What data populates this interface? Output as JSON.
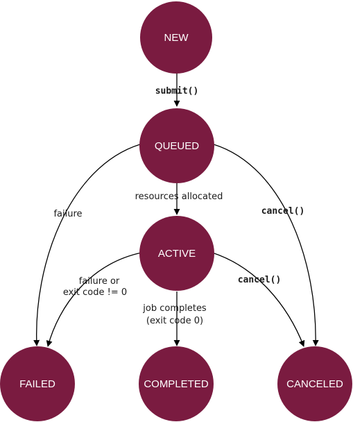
{
  "colors": {
    "state_fill": "#7a1b40",
    "state_text": "#ffffff",
    "edge": "#000000"
  },
  "states": {
    "new": "NEW",
    "queued": "QUEUED",
    "active": "ACTIVE",
    "failed": "FAILED",
    "completed": "COMPLETED",
    "canceled": "CANCELED"
  },
  "transitions": {
    "new_to_queued": "submit()",
    "queued_to_active": "resources allocated",
    "queued_to_failed": "failure",
    "queued_to_canceled": "cancel()",
    "active_to_failed_line1": "failure or",
    "active_to_failed_line2": "exit code != 0",
    "active_to_completed_line1": "job completes",
    "active_to_completed_line2": "(exit code 0)",
    "active_to_canceled": "cancel()"
  }
}
